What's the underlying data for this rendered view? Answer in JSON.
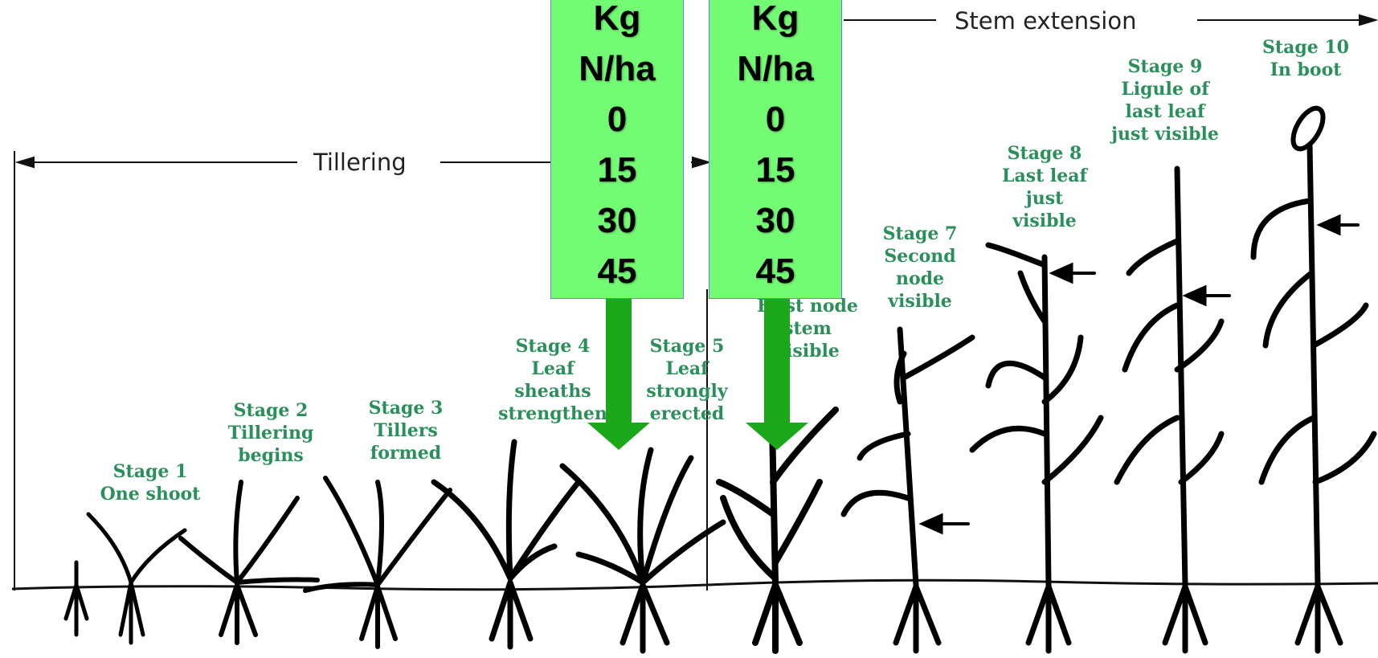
{
  "phases": {
    "tillering": "Tillering",
    "stem_extension": "Stem extension"
  },
  "stages": [
    {
      "line1": "Stage 1",
      "line2": "One shoot",
      "line3": "",
      "line4": ""
    },
    {
      "line1": "Stage 2",
      "line2": "Tillering",
      "line3": "begins",
      "line4": ""
    },
    {
      "line1": "Stage 3",
      "line2": "Tillers",
      "line3": "formed",
      "line4": ""
    },
    {
      "line1": "Stage 4",
      "line2": "Leaf",
      "line3": "sheaths",
      "line4": "strengthen"
    },
    {
      "line1": "Stage 5",
      "line2": "Leaf",
      "line3": "strongly",
      "line4": "erected"
    },
    {
      "line1": "",
      "line2": "First node",
      "line3": "stem",
      "line4": "visible"
    },
    {
      "line1": "Stage 7",
      "line2": "Second",
      "line3": "node",
      "line4": "visible"
    },
    {
      "line1": "Stage 8",
      "line2": "Last leaf",
      "line3": "just",
      "line4": "visible"
    },
    {
      "line1": "Stage 9",
      "line2": "Ligule of",
      "line3": "last leaf",
      "line4": "just visible"
    },
    {
      "line1": "Stage 10",
      "line2": "In boot",
      "line3": "",
      "line4": ""
    }
  ],
  "n_boxes": [
    {
      "lines": [
        "Kg",
        "N/ha",
        "0",
        "15",
        "30",
        "45"
      ]
    },
    {
      "lines": [
        "Kg",
        "N/ha",
        "0",
        "15",
        "30",
        "45"
      ]
    }
  ],
  "colors": {
    "box_fill": "#74fb74",
    "box_border": "#6a7fe0",
    "arrow": "#1aa81a",
    "stage_text": "#2a8f5a",
    "plant": "#000000"
  }
}
